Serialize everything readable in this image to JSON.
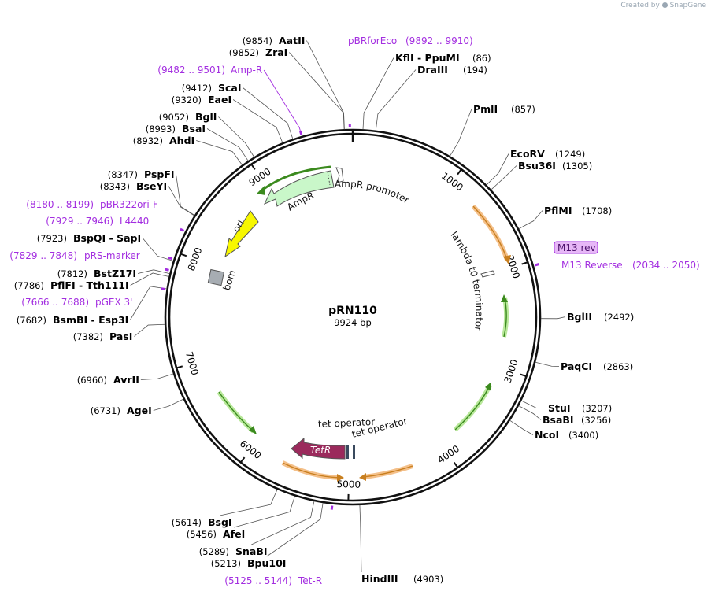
{
  "credit": {
    "prefix": "Created by",
    "brand": "SnapGene"
  },
  "plasmid": {
    "name": "pRN110",
    "length_label": "9924 bp",
    "length": 9924
  },
  "colors": {
    "backbone": "#111111",
    "primer": "#a32ee0",
    "orange_feature": "#f4c08a",
    "green_feature": "#8fd36a",
    "ampr": "#c9f7c9",
    "ori": "#f7f700",
    "tetr": "#9b2a5c",
    "bom": "#a7adb3",
    "operator": "#3a4a5e"
  },
  "ticks": [
    {
      "label": "1000",
      "pos": 1000
    },
    {
      "label": "2000",
      "pos": 2000
    },
    {
      "label": "3000",
      "pos": 3000
    },
    {
      "label": "4000",
      "pos": 4000
    },
    {
      "label": "5000",
      "pos": 5000
    },
    {
      "label": "6000",
      "pos": 6000
    },
    {
      "label": "7000",
      "pos": 7000
    },
    {
      "label": "8000",
      "pos": 8000
    },
    {
      "label": "9000",
      "pos": 9000
    }
  ],
  "sites": [
    {
      "name": "AatII",
      "pos": "(9854)",
      "side": "left",
      "bp": 9854
    },
    {
      "name": "ZraI",
      "pos": "(9852)",
      "side": "left",
      "bp": 9852
    },
    {
      "name": "ScaI",
      "pos": "(9412)",
      "side": "left",
      "bp": 9412
    },
    {
      "name": "EaeI",
      "pos": "(9320)",
      "side": "left",
      "bp": 9320
    },
    {
      "name": "BglI",
      "pos": "(9052)",
      "side": "left",
      "bp": 9052
    },
    {
      "name": "BsaI",
      "pos": "(8993)",
      "side": "left",
      "bp": 8993
    },
    {
      "name": "AhdI",
      "pos": "(8932)",
      "side": "left",
      "bp": 8932
    },
    {
      "name": "PspFI",
      "pos": "(8347)",
      "side": "left",
      "bp": 8347
    },
    {
      "name": "BseYI",
      "pos": "(8343)",
      "side": "left",
      "bp": 8343
    },
    {
      "name": "BspQI - SapI",
      "pos": "(7923)",
      "side": "left",
      "bp": 7923
    },
    {
      "name": "BstZ17I",
      "pos": "(7812)",
      "side": "left",
      "bp": 7812
    },
    {
      "name": "PflFI - Tth111I",
      "pos": "(7786)",
      "side": "left",
      "bp": 7786
    },
    {
      "name": "BsmBI - Esp3I",
      "pos": "(7682)",
      "side": "left",
      "bp": 7682
    },
    {
      "name": "PasI",
      "pos": "(7382)",
      "side": "left",
      "bp": 7382
    },
    {
      "name": "AvrII",
      "pos": "(6960)",
      "side": "left",
      "bp": 6960
    },
    {
      "name": "AgeI",
      "pos": "(6731)",
      "side": "left",
      "bp": 6731
    },
    {
      "name": "BsgI",
      "pos": "(5614)",
      "side": "left",
      "bp": 5614
    },
    {
      "name": "AfeI",
      "pos": "(5456)",
      "side": "left",
      "bp": 5456
    },
    {
      "name": "SnaBI",
      "pos": "(5289)",
      "side": "left",
      "bp": 5289
    },
    {
      "name": "Bpu10I",
      "pos": "(5213)",
      "side": "left",
      "bp": 5213
    },
    {
      "name": "KflI - PpuMI",
      "pos": "(86)",
      "side": "right",
      "bp": 86
    },
    {
      "name": "DraIII",
      "pos": "(194)",
      "side": "right",
      "bp": 194
    },
    {
      "name": "PmlI",
      "pos": "(857)",
      "side": "right",
      "bp": 857
    },
    {
      "name": "EcoRV",
      "pos": "(1249)",
      "side": "right",
      "bp": 1249
    },
    {
      "name": "Bsu36I",
      "pos": "(1305)",
      "side": "right",
      "bp": 1305
    },
    {
      "name": "PflMI",
      "pos": "(1708)",
      "side": "right",
      "bp": 1708
    },
    {
      "name": "BglII",
      "pos": "(2492)",
      "side": "right",
      "bp": 2492
    },
    {
      "name": "PaqCI",
      "pos": "(2863)",
      "side": "right",
      "bp": 2863
    },
    {
      "name": "StuI",
      "pos": "(3207)",
      "side": "right",
      "bp": 3207
    },
    {
      "name": "BsaBI",
      "pos": "(3256)",
      "side": "right",
      "bp": 3256
    },
    {
      "name": "NcoI",
      "pos": "(3400)",
      "side": "right",
      "bp": 3400
    },
    {
      "name": "HindIII",
      "pos": "(4903)",
      "side": "right",
      "bp": 4903
    }
  ],
  "primers": [
    {
      "name": "pBRforEco",
      "range": "(9892 .. 9910)",
      "bp": 9900
    },
    {
      "name": "Amp-R",
      "range": "(9482 .. 9501)",
      "bp": 9491
    },
    {
      "name": "pBR322ori-F",
      "range": "(8180 .. 8199)",
      "bp": 8189
    },
    {
      "name": "L4440",
      "range": "(7929 .. 7946)",
      "bp": 7937
    },
    {
      "name": "pRS-marker",
      "range": "(7829 .. 7848)",
      "bp": 7838
    },
    {
      "name": "pGEX 3'",
      "range": "(7666 .. 7688)",
      "bp": 7677
    },
    {
      "name": "M13 Reverse",
      "range": "(2034 .. 2050)",
      "bp": 2042,
      "boxed_label": "M13 rev"
    },
    {
      "name": "Tet-R",
      "range": "(5125 .. 5144)",
      "bp": 5134
    }
  ],
  "features": [
    {
      "label": "AmpR promoter"
    },
    {
      "label": "AmpR"
    },
    {
      "label": "ori"
    },
    {
      "label": "bom"
    },
    {
      "label": "lambda t0 terminator"
    },
    {
      "label": "tet operator"
    },
    {
      "label": "tet operator"
    },
    {
      "label": "TetR"
    }
  ]
}
